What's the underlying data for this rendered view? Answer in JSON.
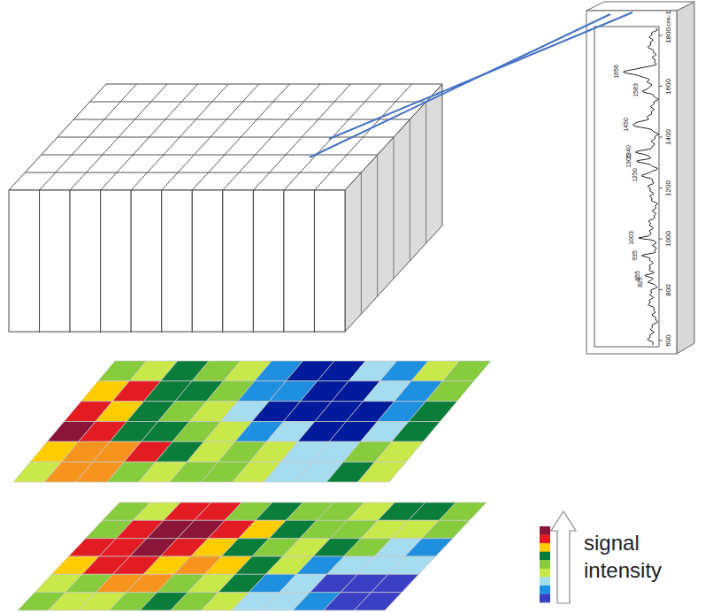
{
  "diagram": {
    "labels": [
      "signal intensity",
      "1800",
      "1600",
      "1400",
      "1200",
      "1000",
      "800",
      "600",
      "cm-1",
      "1656",
      "1583",
      "1450",
      "1340",
      "1305",
      "1250",
      "1003",
      "935",
      "855",
      "829"
    ]
  }
}
